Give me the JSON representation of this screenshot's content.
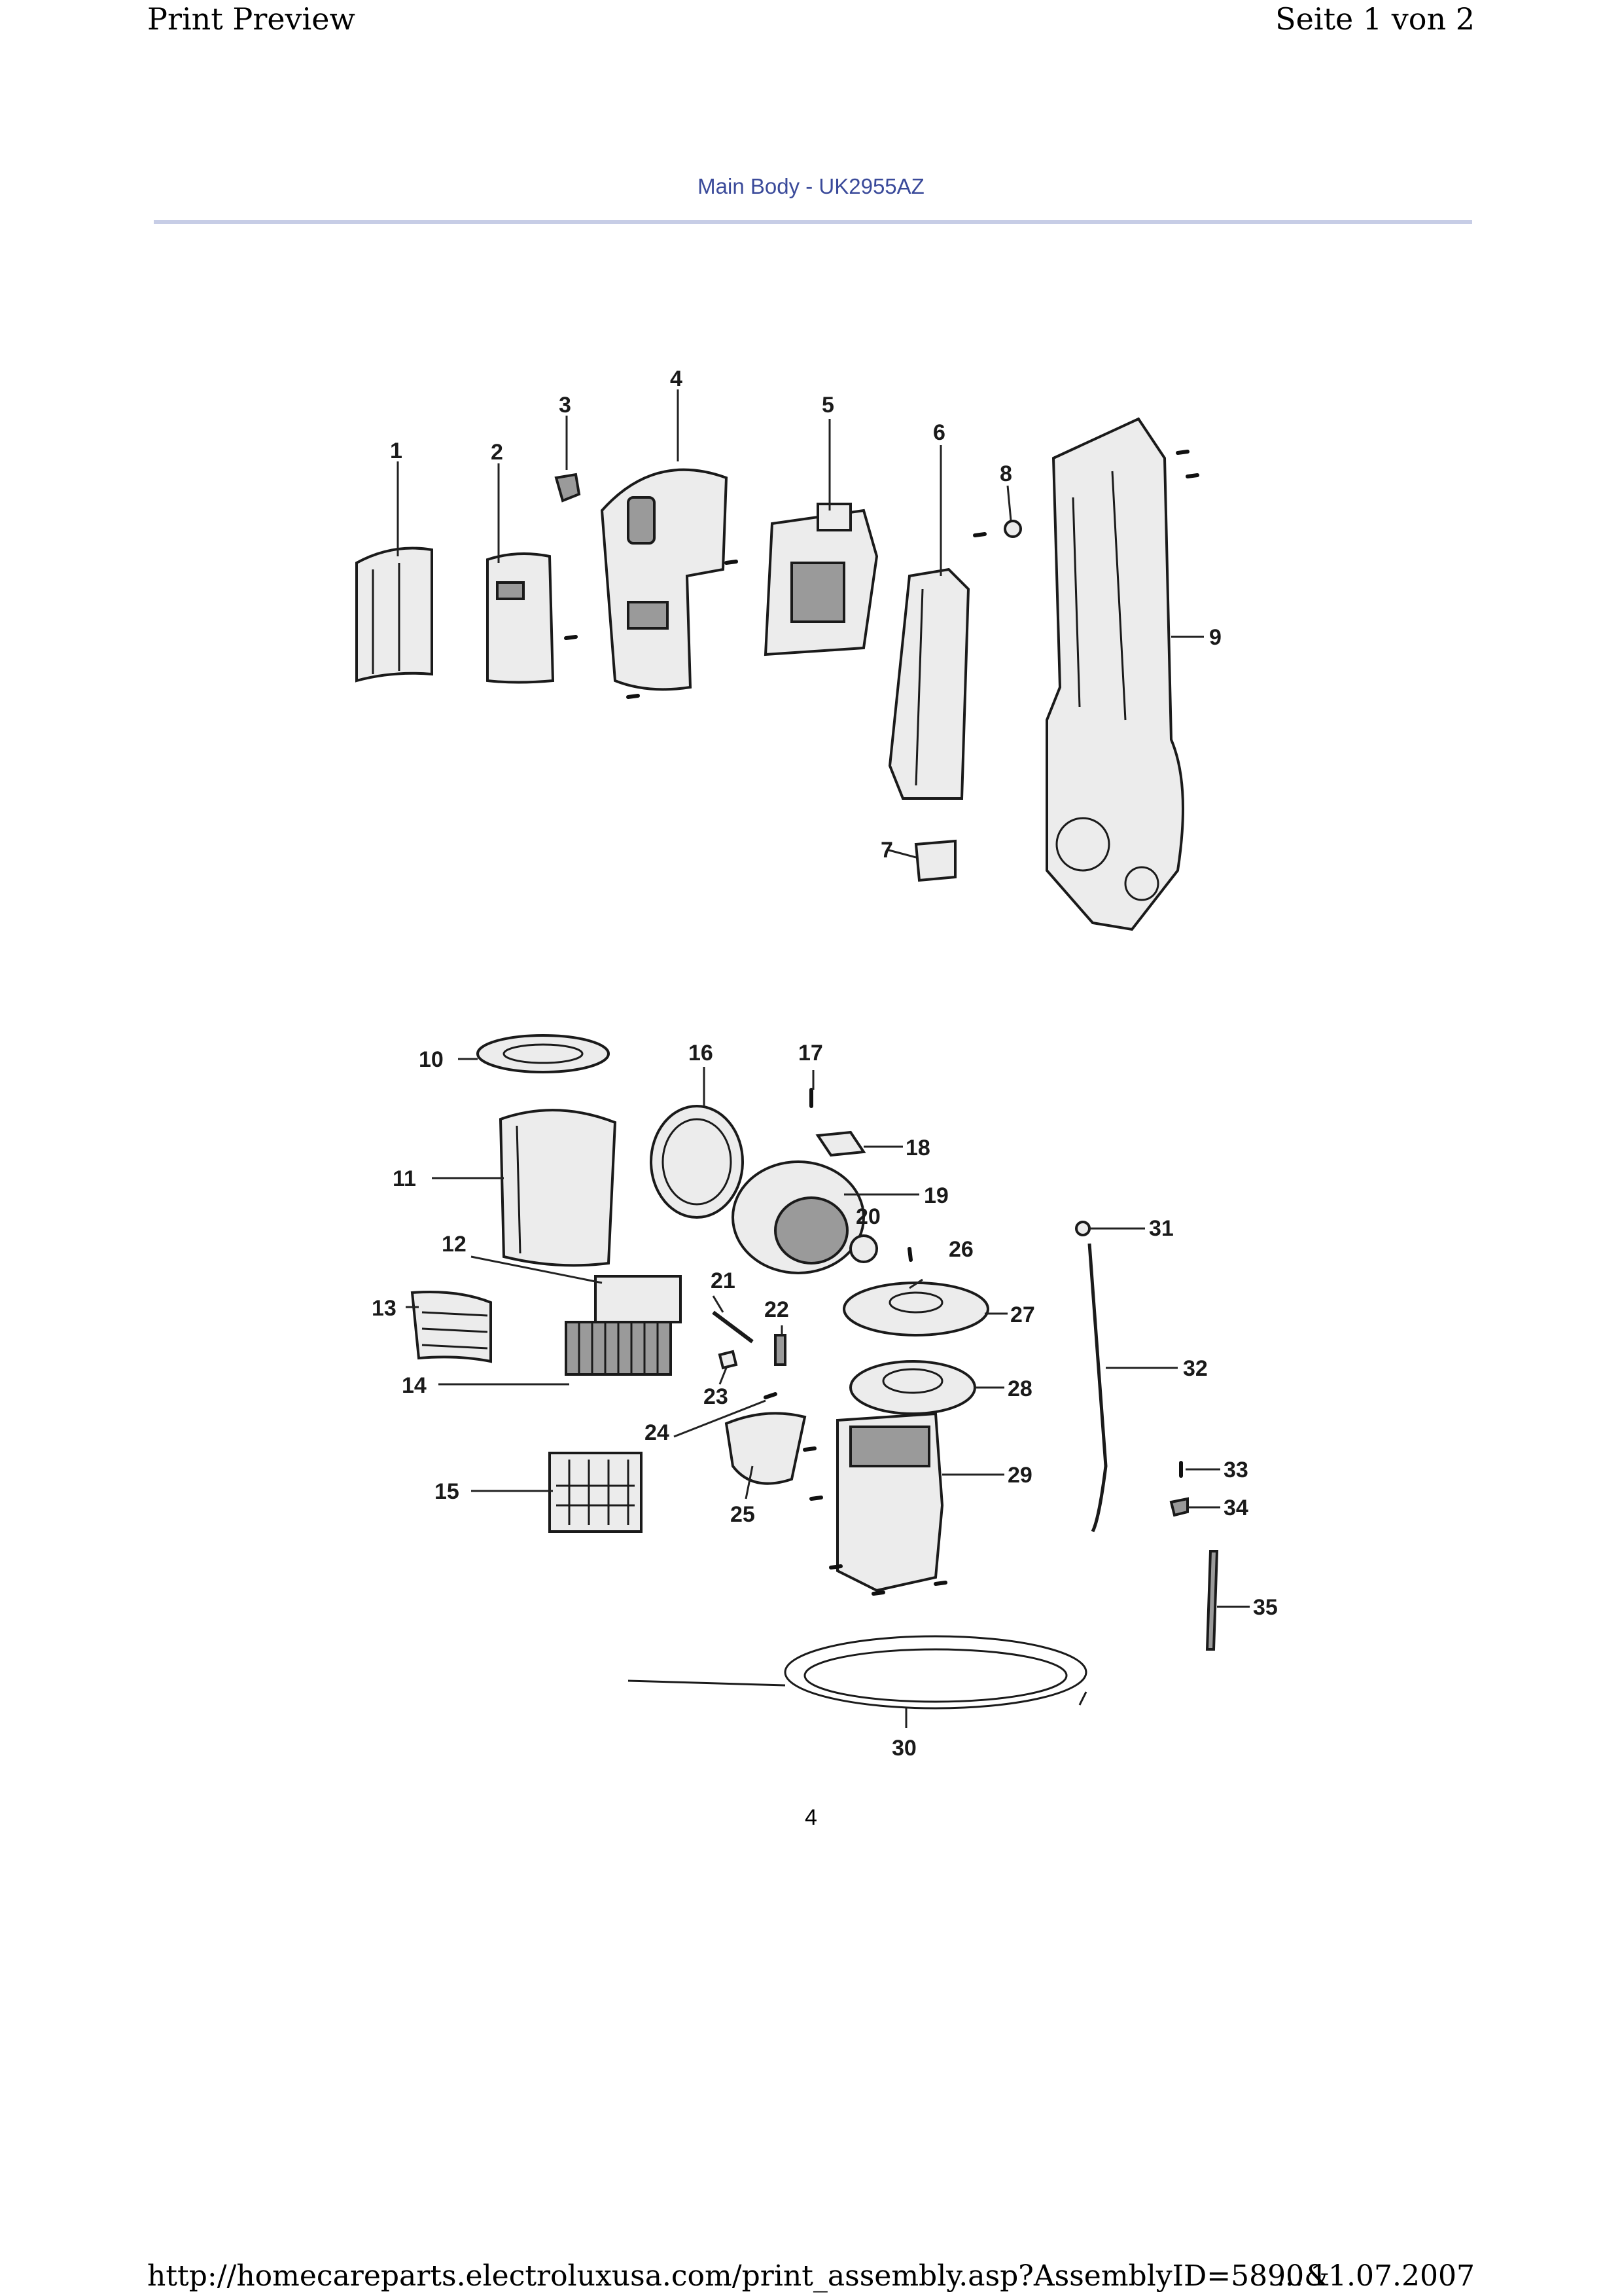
{
  "header": {
    "left": "Print Preview",
    "right": "Seite 1 von 2"
  },
  "title": "Main Body - UK2955AZ",
  "callouts": [
    "1",
    "2",
    "3",
    "4",
    "5",
    "6",
    "7",
    "8",
    "9",
    "10",
    "11",
    "12",
    "13",
    "14",
    "15",
    "16",
    "17",
    "18",
    "19",
    "20",
    "21",
    "22",
    "23",
    "24",
    "25",
    "26",
    "27",
    "28",
    "29",
    "30",
    "31",
    "32",
    "33",
    "34",
    "35"
  ],
  "page_number": "4",
  "footer": {
    "url": "http://homecareparts.electroluxusa.com/print_assembly.asp?AssemblyID=5890&",
    "ellipsis": "...",
    "date": "11.07.2007"
  }
}
